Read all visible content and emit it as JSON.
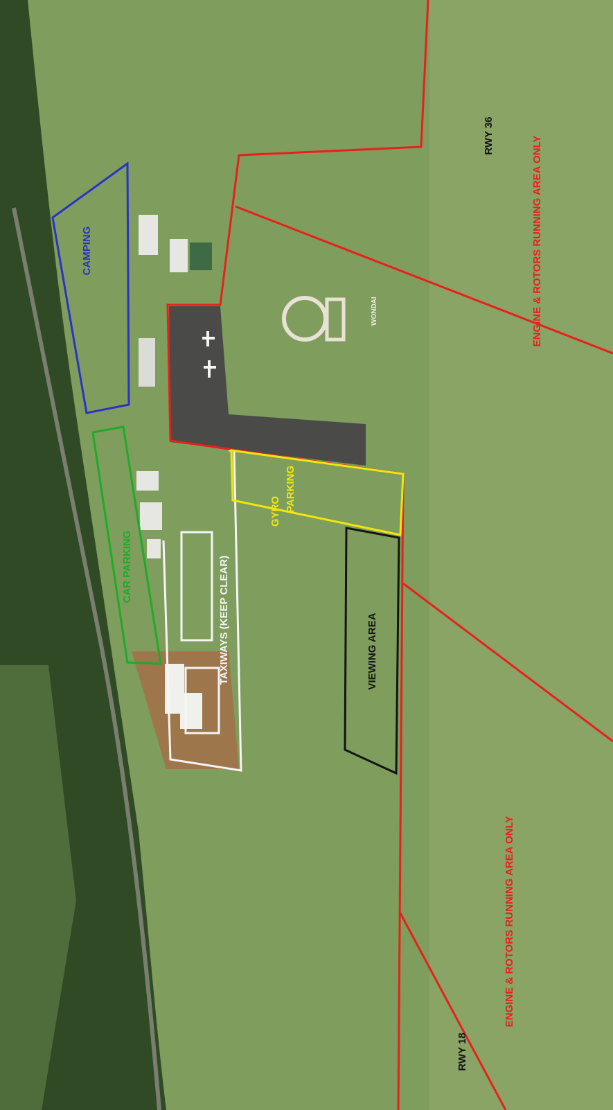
{
  "colors": {
    "grass": "#7f9d5c",
    "grass_light": "#94ad6e",
    "grass_dark": "#5d7a44",
    "trees": "#2f4a25",
    "apron": "#4a4a48",
    "dirt": "#a86a46",
    "engine_zone": "#e8201c",
    "camping": "#2a32c8",
    "car_parking": "#1faa2a",
    "gyro_parking": "#f2e611",
    "viewing_area": "#141414",
    "taxiways": "#f5f5f5",
    "building_white": "#e6e6e2",
    "building_green": "#3e6a45"
  },
  "labels": {
    "camping": "CAMPING",
    "car_parking": "CAR PARKING",
    "taxiways": "TAXIWAYS (KEEP CLEAR)",
    "gyro_line1": "GYRO",
    "gyro_line2": "PARKING",
    "viewing_area": "VIEWING AREA",
    "rwy_36": "RWY 36",
    "rwy_18": "RWY 18",
    "engine_top": "ENGINE & ROTORS RUNNING AREA ONLY",
    "engine_bottom": "ENGINE & ROTORS RUNNING AREA ONLY",
    "ground_marking": "WONDAI"
  }
}
